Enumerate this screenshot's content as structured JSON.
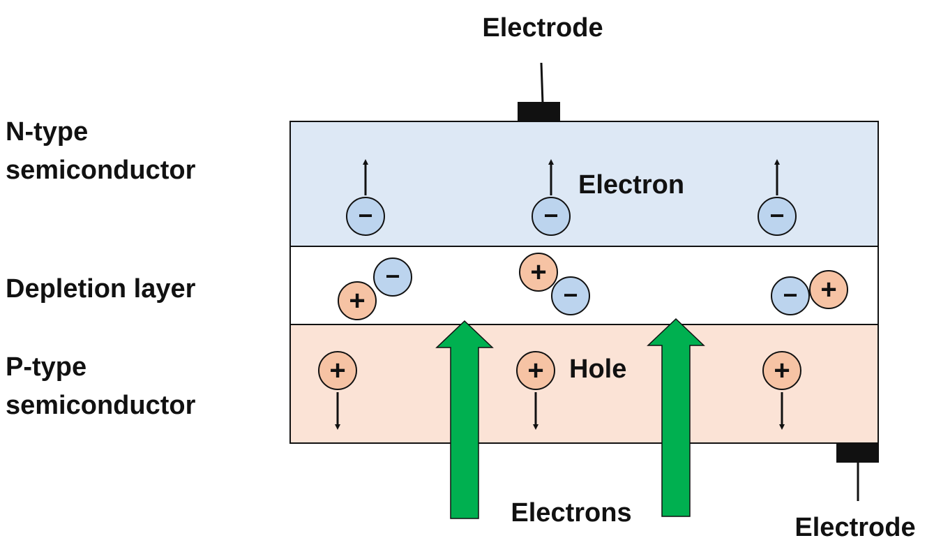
{
  "labels": {
    "electrode_top": "Electrode",
    "electrode_bottom": "Electrode",
    "n_type_line1": "N-type",
    "n_type_line2": "semiconductor",
    "depletion": "Depletion layer",
    "p_type_line1": "P-type",
    "p_type_line2": "semiconductor",
    "electron": "Electron",
    "hole": "Hole",
    "electrons": "Electrons"
  },
  "charge_symbols": {
    "negative": "−",
    "positive": "+"
  },
  "colors": {
    "n_layer": "#dde8f5",
    "depletion_layer": "#ffffff",
    "p_layer": "#fbe3d6",
    "electron_fill": "#bcd4ee",
    "hole_fill": "#f6c3a4",
    "arrow_green": "#00b050",
    "outline": "#111111"
  },
  "icons": {
    "electron": "circle-minus",
    "hole": "circle-plus",
    "electron-flow": "up-arrow",
    "electrode": "black-terminal"
  }
}
